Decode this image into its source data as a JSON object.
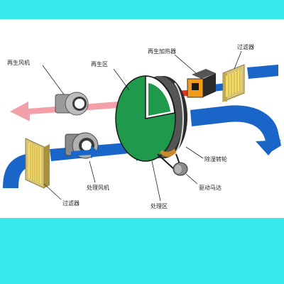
{
  "labels": {
    "regen_fan": "再生风机",
    "regen_zone": "再生区",
    "regen_heater": "再生加热器",
    "filter_top": "过滤器",
    "desiccant_wheel": "除湿转轮",
    "process_fan": "处理风机",
    "drive_motor": "驱动马达",
    "process_zone": "处理区",
    "filter_bottom": "过滤器"
  },
  "colors": {
    "page_background": "#35e8ea",
    "panel_background": "#ffffff",
    "process_air": "#1a66c8",
    "regen_air": "#f3a0a8",
    "heater_arrow": "#e8301c",
    "wheel_green": "#1f9a4c",
    "wheel_rim": "#2c2c2c",
    "heater_body": "#f29a1a",
    "filter_frame": "#d8c27a",
    "filter_media": "#f2dc6a"
  },
  "icons": [
    "fan-icon",
    "heater-icon",
    "filter-icon",
    "motor-icon",
    "wheel-icon"
  ]
}
